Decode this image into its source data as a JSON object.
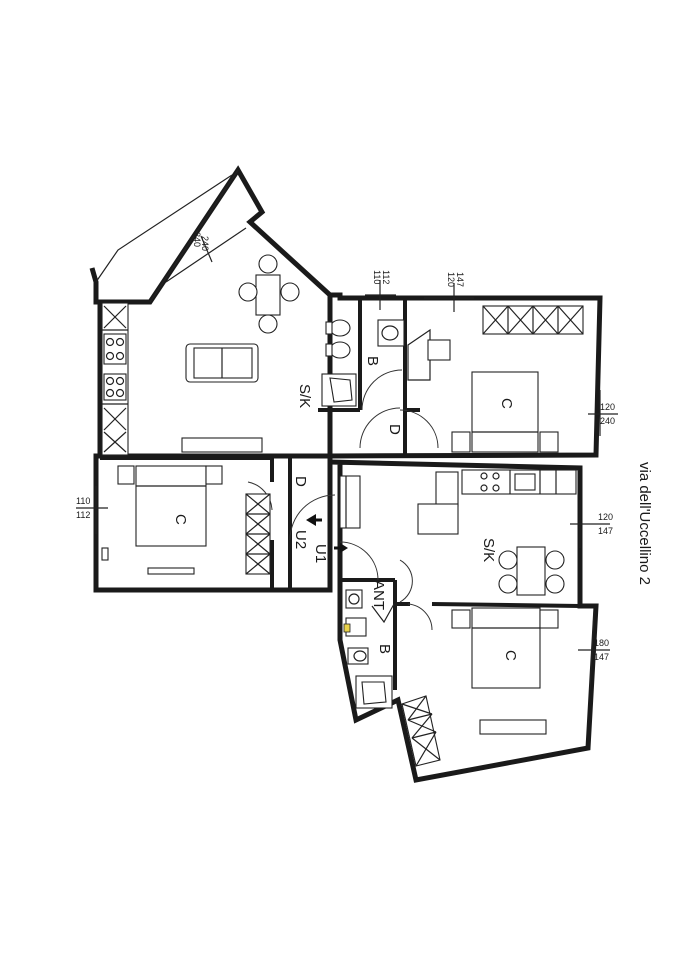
{
  "street": "via dell'Uccellino 2",
  "rooms": {
    "living_a": "S/K",
    "bath_a": "B",
    "bed_a_right": "C",
    "corridor_a1": "D",
    "corridor_a2": "D",
    "bed_a_left": "C",
    "entry_a": "U2",
    "entry_b": "U1",
    "kitchen_b": "S/K",
    "bath_b": "B",
    "closet_b": "ANT",
    "bed_b": "C"
  },
  "windows": {
    "balcony": {
      "top": "240",
      "bottom": "240"
    },
    "bath_a": {
      "top": "110",
      "bottom": "112"
    },
    "bed_a_right_top": {
      "top": "120",
      "bottom": "147"
    },
    "bed_a_right_side": {
      "top": "120",
      "bottom": "240"
    },
    "bed_a_left": {
      "top": "110",
      "bottom": "112"
    },
    "kitchen_b": {
      "top": "120",
      "bottom": "147"
    },
    "bed_b": {
      "top": "180",
      "bottom": "147"
    }
  }
}
